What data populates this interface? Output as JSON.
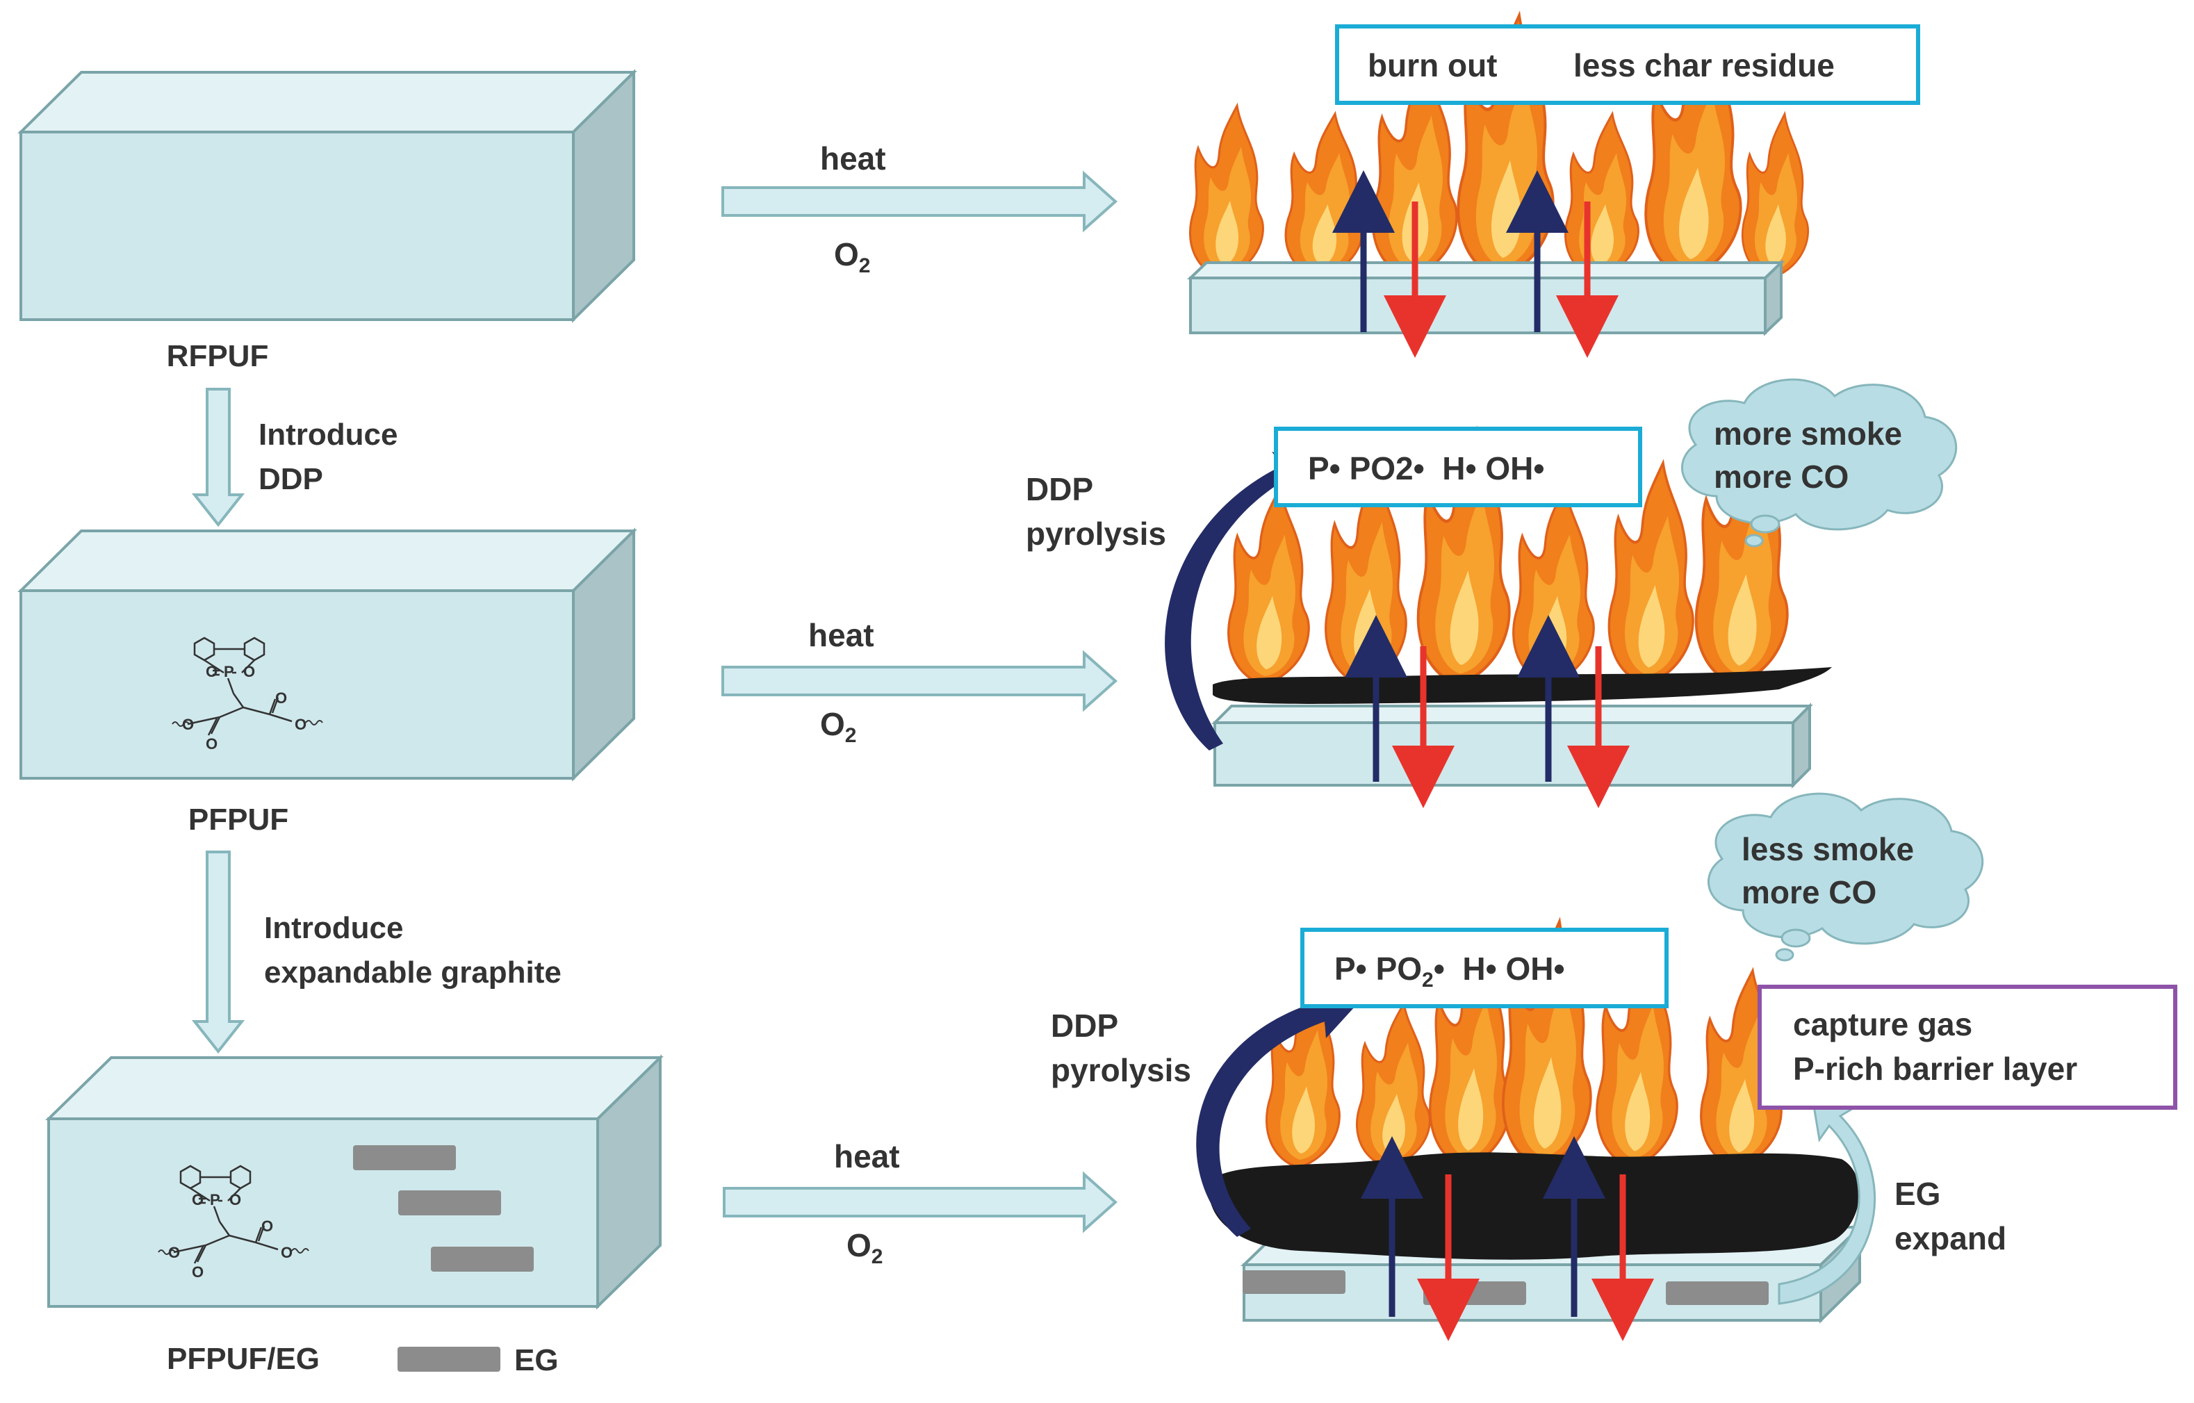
{
  "colors": {
    "foam_front": "#cfe8ec",
    "foam_top": "#e3f2f4",
    "foam_side": "#a9c3c6",
    "foam_edge": "#7aa4a8",
    "arrow_fill": "#d5ecf0",
    "arrow_stroke": "#86b6bc",
    "flame_outer": "#f07f1c",
    "flame_mid": "#f7a12e",
    "flame_inner": "#fdd679",
    "char": "#1a1a1a",
    "eg_bar": "#8c8c8c",
    "cyan_box": "#1aacd6",
    "purple_box": "#8e53a8",
    "navy": "#232c66",
    "red": "#e8332c",
    "cloud": "#b9dde4"
  },
  "left_column": {
    "label1": "RFPUF",
    "step1_line1": "Introduce",
    "step1_line2": "DDP",
    "label2": "PFPUF",
    "step2_line1": "Introduce",
    "step2_line2": "expandable graphite",
    "label3": "PFPUF/EG",
    "legend_eg": "EG"
  },
  "molecule": {
    "o_double": "O",
    "p": "P",
    "o_ring": "O",
    "o_left": "O",
    "o_right": "O",
    "o_bottom_left": "O",
    "o_top_right": "O"
  },
  "rows": [
    {
      "heat": "heat",
      "o2": "O",
      "o2_sub": "2",
      "box_text1": "burn out",
      "box_text2": "less char residue"
    },
    {
      "heat": "heat",
      "o2": "O",
      "o2_sub": "2",
      "box_text": "P• PO2•  H• OH•",
      "pyro1": "DDP",
      "pyro2": "pyrolysis",
      "cloud1": "more smoke",
      "cloud2": "more CO"
    },
    {
      "heat": "heat",
      "o2": "O",
      "o2_sub": "2",
      "box_a": "P• PO",
      "box_sub": "2",
      "box_b": "•  H• OH•",
      "pyro1": "DDP",
      "pyro2": "pyrolysis",
      "cloud1": "less smoke",
      "cloud2": "more CO",
      "purple1": "capture gas",
      "purple2": "P-rich barrier layer",
      "expand1": "EG",
      "expand2": "expand"
    }
  ]
}
